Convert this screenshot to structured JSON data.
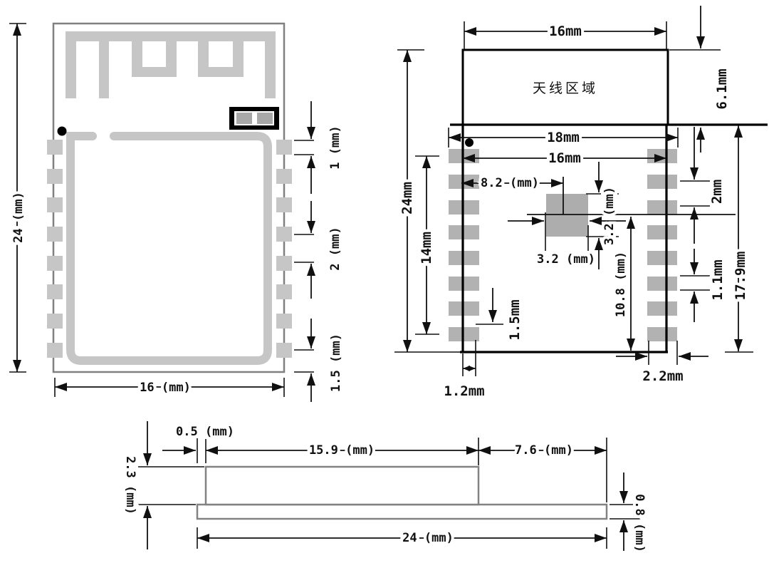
{
  "top_view": {
    "height_label": "24 (mm)",
    "width_label": "16 (mm)",
    "pad_height_label": "1 (mm)",
    "pad_pitch_label": "2 (mm)",
    "bottom_margin_label": "1.5 (mm)"
  },
  "bottom_view": {
    "antenna_width_label": "16mm",
    "antenna_height_label": "6.1mm",
    "antenna_area_label": "天线区域",
    "pad_outer_width_label": "18mm",
    "body_width_label": "16mm",
    "body_height_label": "24mm",
    "pad_row_span_label": "14mm",
    "thermal_pad_offset_label": "8.2 (mm)",
    "thermal_pad_width_label": "3.2 (mm)",
    "thermal_pad_height_label": "3.2 (mm)",
    "thermal_pad_to_edge_label": "10.8 (mm)",
    "pad_pitch_label": "2mm",
    "pad_height_label": "1.1mm",
    "pad_area_height_label": "17.9mm",
    "pad_bottom_gap_label": "1.5mm",
    "pad_overhang_label": "1.2mm",
    "edge_pad_length_label": "2.2mm"
  },
  "side_view": {
    "shield_inset_label": "0.5 (mm)",
    "shield_length_label": "15.9 (mm)",
    "antenna_overhang_label": "7.6 (mm)",
    "total_length_label": "24 (mm)",
    "shield_height_label": "2.3 (mm)",
    "pcb_thickness_label": "0.8 (mm)"
  },
  "colors": {
    "trace_gray": "#c6c6c6",
    "pad_gray": "#b2b2b2",
    "thermal_pad_gray": "#adadad",
    "outline_gray": "#808080",
    "line_black": "#101010"
  }
}
